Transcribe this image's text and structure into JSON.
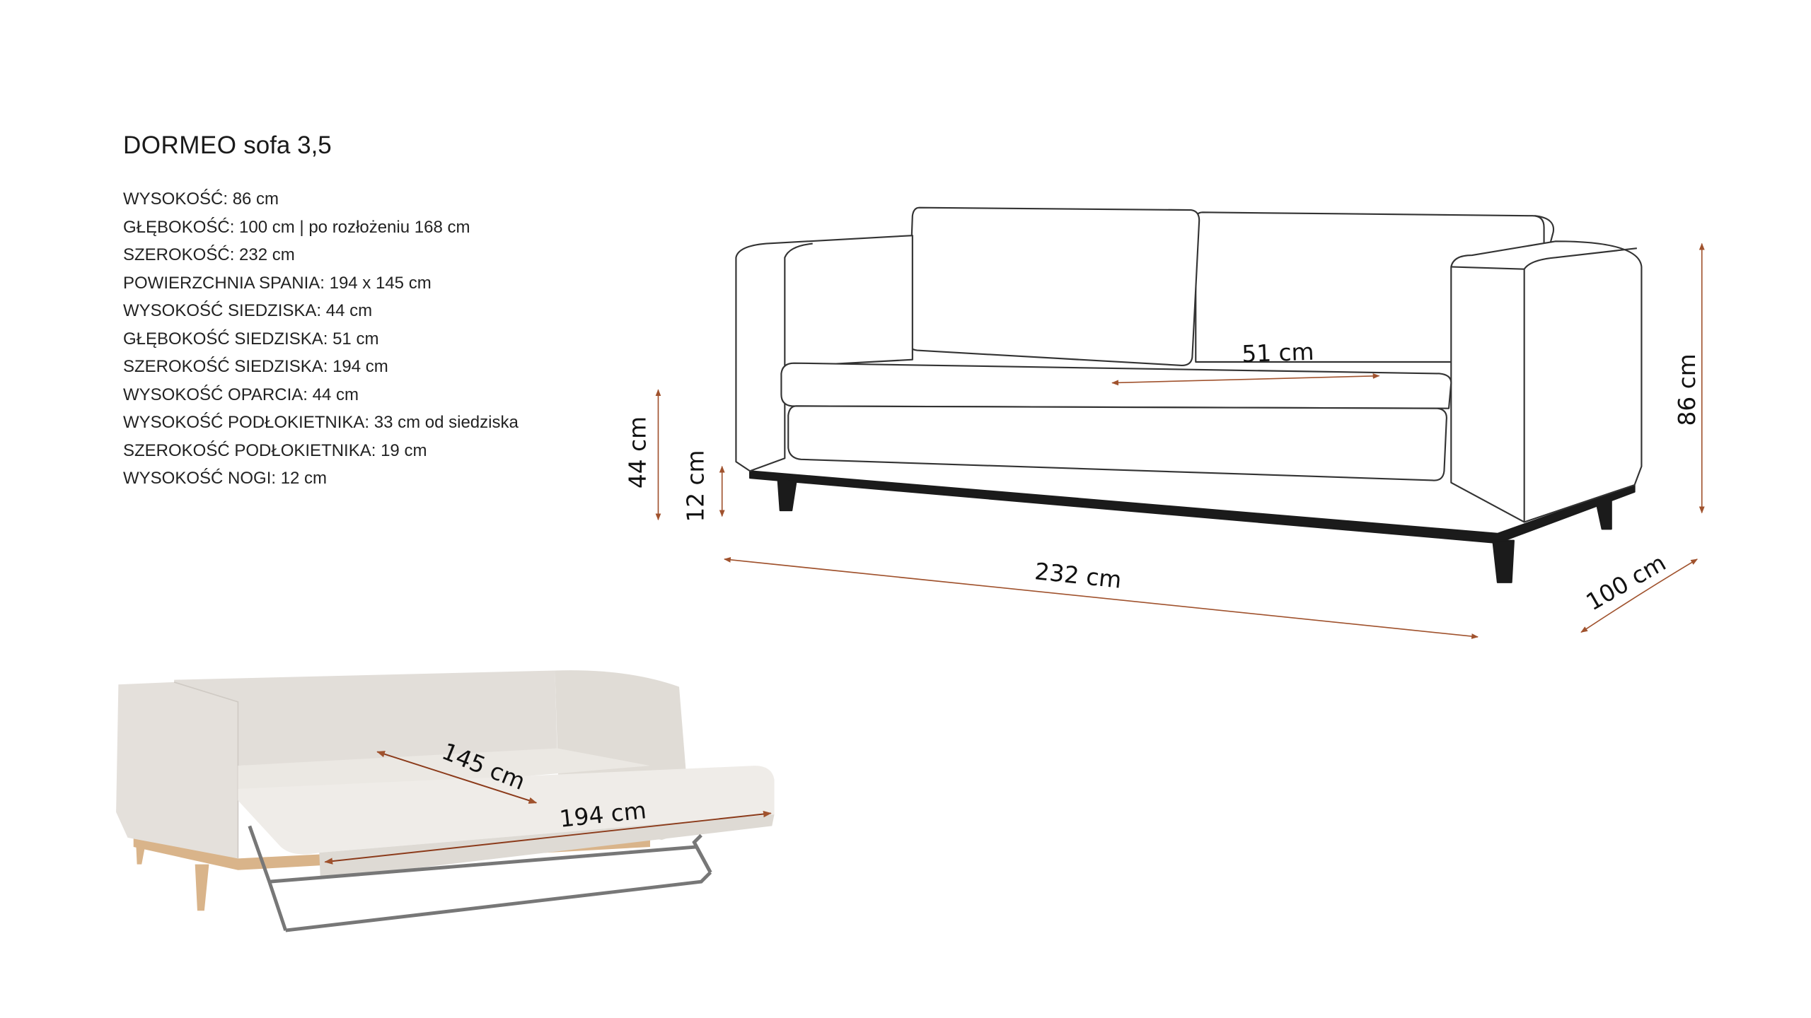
{
  "header": {
    "brand": "DORMEO",
    "model": "sofa 3,5"
  },
  "specs": [
    "WYSOKOŚĆ: 86 cm",
    "GŁĘBOKOŚĆ: 100 cm | po rozłożeniu 168 cm",
    "SZEROKOŚĆ: 232 cm",
    "POWIERZCHNIA SPANIA: 194 x 145 cm",
    "WYSOKOŚĆ SIEDZISKA: 44 cm",
    "GŁĘBOKOŚĆ SIEDZISKA: 51 cm",
    "SZEROKOŚĆ SIEDZISKA: 194 cm",
    "WYSOKOŚĆ OPARCIA: 44 cm",
    "WYSOKOŚĆ PODŁOKIETNIKA: 33 cm od siedziska",
    "SZEROKOŚĆ PODŁOKIETNIKA: 19 cm",
    "WYSOKOŚĆ NOGI: 12 cm"
  ],
  "dimensions": {
    "height": "86 cm",
    "seat_height": "44 cm",
    "leg_height": "12 cm",
    "width": "232 cm",
    "depth": "100 cm",
    "seat_depth": "51 cm",
    "sleep_depth": "145 cm",
    "sleep_width": "194 cm"
  },
  "colors": {
    "arrow": "#a0522d",
    "fabric": "#e6e2dd",
    "base": "#1b1b1b"
  }
}
